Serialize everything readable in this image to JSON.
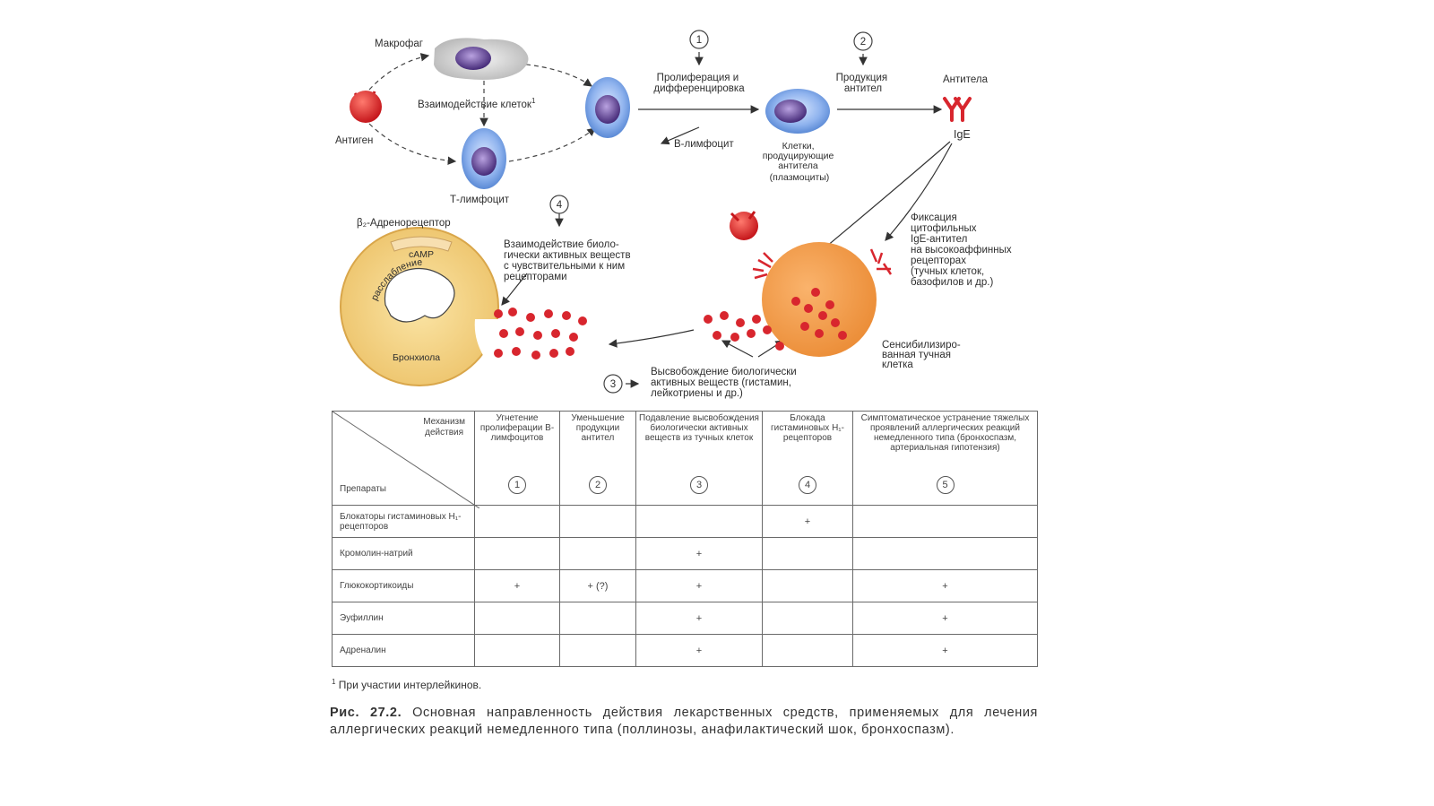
{
  "diagram": {
    "macrophage": "Макрофаг",
    "antigen": "Антиген",
    "cell_interaction": "Взаимодействие клеток",
    "cell_interaction_sup": "1",
    "t_lymphocyte": "Т-лимфоцит",
    "b_lymphocyte": "В-лимфоцит",
    "proliferation": [
      "Пролиферация и",
      "дифференцировка"
    ],
    "antibody_production": [
      "Продукция",
      "антител"
    ],
    "antibodies": "Антитела",
    "ige": "IgE",
    "plasma_cells": [
      "Клетки,",
      "продуцирующие",
      "антитела",
      "(плазмоциты)"
    ],
    "beta_receptor": "β₂-Адренорецептор",
    "camp": "cAMP",
    "relaxation": "расслабление",
    "bronchiole": "Бронхиола",
    "bas_interaction": [
      "Взаимодействие биоло-",
      "гически активных веществ",
      "с чувствительными к ним",
      "рецепторами"
    ],
    "ige_fixation": [
      "Фиксация",
      "цитофильных",
      "IgE-антител",
      "на высокоаффинных",
      "рецепторах",
      "(тучных клеток,",
      "базофилов и др.)"
    ],
    "sensitized_mast": [
      "Сенсибилизиро-",
      "ванная тучная",
      "клетка"
    ],
    "bas_release": [
      "Высвобождение  биологически",
      "активных веществ (гистамин,",
      "лейкотриены и др.)"
    ],
    "step_numbers": [
      "1",
      "2",
      "3",
      "4"
    ]
  },
  "table": {
    "mechanism_header": [
      "Механизм",
      "действия"
    ],
    "drugs_header": "Препараты",
    "columns": [
      {
        "label": "Угнетение пролиферации В-лимфоцитов",
        "num": "1"
      },
      {
        "label": "Уменьшение продукции антител",
        "num": "2"
      },
      {
        "label": "Подавление высвобождения биологически активных веществ из тучных клеток",
        "num": "3"
      },
      {
        "label": "Блокада гистаминовых Н₁-рецепторов",
        "num": "4"
      },
      {
        "label": "Симптоматическое устранение тяжелых проявлений аллергических реакций немедленного типа (бронхоспазм, артериальная гипотензия)",
        "num": "5"
      }
    ],
    "rows": [
      {
        "drug": "Блокаторы гистаминовых Н₁-рецепторов",
        "marks": [
          "",
          "",
          "",
          "+",
          ""
        ]
      },
      {
        "drug": "Кромолин-натрий",
        "marks": [
          "",
          "",
          "+",
          "",
          ""
        ]
      },
      {
        "drug": "Глюкокортикоиды",
        "marks": [
          "+",
          "+ (?)",
          "+",
          "",
          "+"
        ]
      },
      {
        "drug": "Эуфиллин",
        "marks": [
          "",
          "",
          "+",
          "",
          "+"
        ]
      },
      {
        "drug": "Адреналин",
        "marks": [
          "",
          "",
          "+",
          "",
          "+"
        ]
      }
    ]
  },
  "footnote": {
    "sup": "1",
    "text": " При участии интерлейкинов."
  },
  "caption": {
    "label": "Рис. 27.2.",
    "text": " Основная направленность действия лекарственных средств, применяемых для лечения аллергических реакций немедленного типа (поллинозы, анафилактический шок, бронхоспазм)."
  },
  "colors": {
    "antigen": "#e2302a",
    "lymphocyte": "#5b8fd6",
    "nucleus": "#5b3d8a",
    "mast_cell": "#f29a45",
    "bronchiole": "#f2cf7c",
    "granule": "#d8262e"
  }
}
